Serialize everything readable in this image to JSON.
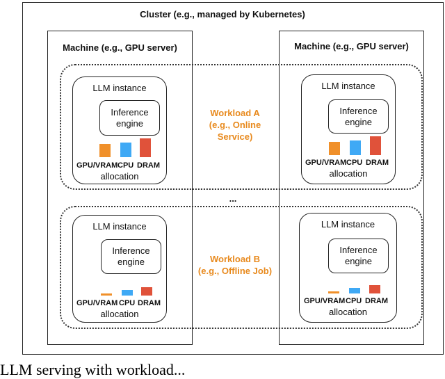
{
  "cluster": {
    "label": "Cluster (e.g., managed by Kubernetes)"
  },
  "machines": [
    {
      "label": "Machine (e.g., GPU server)"
    },
    {
      "label": "Machine (e.g., GPU server)"
    }
  ],
  "workloads": [
    {
      "label_lines": [
        "Workload A",
        "(e.g., Online",
        "Service)"
      ],
      "color": "#e88a1e"
    },
    {
      "label_lines": [
        "Workload B",
        "(e.g., Offline Job)"
      ],
      "color": "#e88a1e"
    }
  ],
  "instance": {
    "title": "LLM instance",
    "engine_lines": [
      "Inference",
      "engine"
    ],
    "resource_labels": [
      "GPU/VRAM",
      "CPU",
      "DRAM"
    ],
    "allocation_label": "allocation"
  },
  "resource_colors": {
    "gpu": "#f0902a",
    "cpu": "#3fa9f5",
    "dram": "#e0523a"
  },
  "ellipsis": "...",
  "caption": "LLM serving with workload..."
}
